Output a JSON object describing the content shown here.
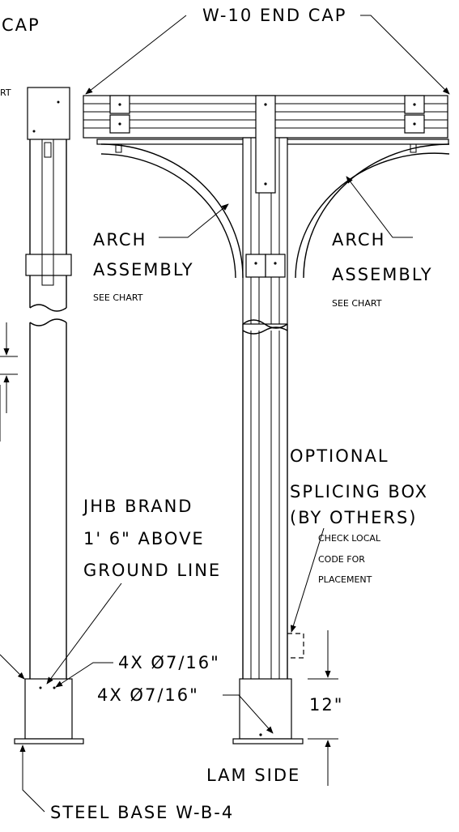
{
  "labels": {
    "cap_partial": "CAP",
    "end_cap": "W-10 END CAP",
    "arch_left_1": "ARCH",
    "arch_left_2": "ASSEMBLY",
    "arch_left_3": "SEE CHART",
    "arch_right_1": "ARCH",
    "arch_right_2": "ASSEMBLY",
    "arch_right_3": "SEE CHART",
    "splice_1": "OPTIONAL",
    "splice_2": "SPLICING BOX",
    "splice_3": "(BY OTHERS)",
    "splice_4": "CHECK LOCAL",
    "splice_5": "CODE FOR",
    "splice_6": "PLACEMENT",
    "brand_1": "JHB BRAND",
    "brand_2": "1' 6\" ABOVE",
    "brand_3": "GROUND LINE",
    "holes_left": "4X Ø7/16\"",
    "holes_right": "4X Ø7/16\"",
    "dim_12": "12\"",
    "lam_side": "LAM SIDE",
    "steel_base": "STEEL BASE W-B-4",
    "edge_fragment": "RT"
  }
}
